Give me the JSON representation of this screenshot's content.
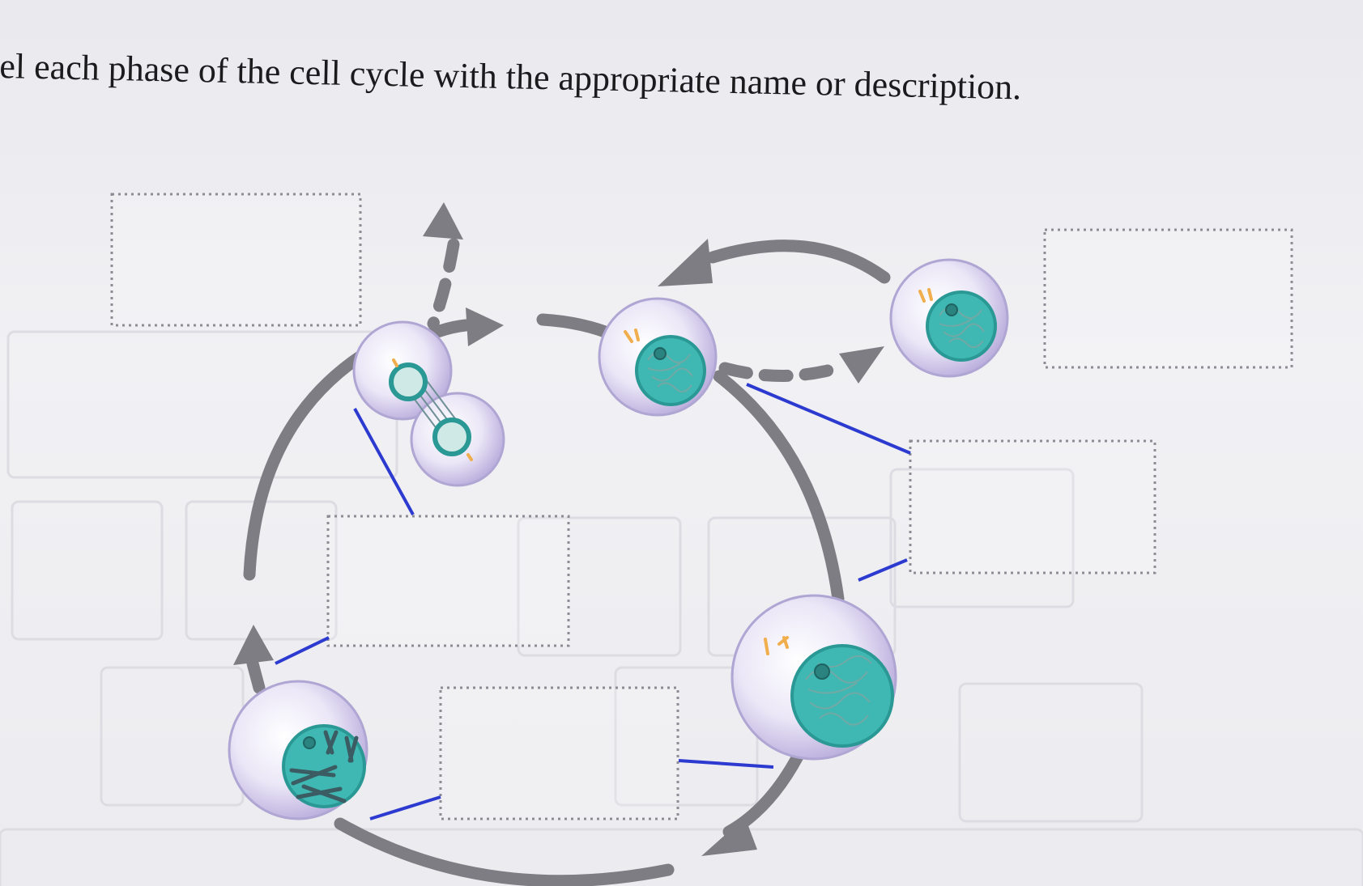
{
  "prompt": {
    "text": "el each phase of the cell cycle with the appropriate name or description."
  },
  "diagram": {
    "drop_zones": [
      {
        "name": "label-slot-top-left",
        "value": ""
      },
      {
        "name": "label-slot-top-right",
        "value": ""
      },
      {
        "name": "label-slot-right",
        "value": ""
      },
      {
        "name": "label-slot-center",
        "value": ""
      },
      {
        "name": "label-slot-bottom",
        "value": ""
      }
    ],
    "colors": {
      "arrow": "#7d7d83",
      "leader_line": "#2c3ad0",
      "nucleus": "#3fb7b2",
      "membrane": "#c9c0e6",
      "centrosome": "#f0ae4c"
    }
  }
}
